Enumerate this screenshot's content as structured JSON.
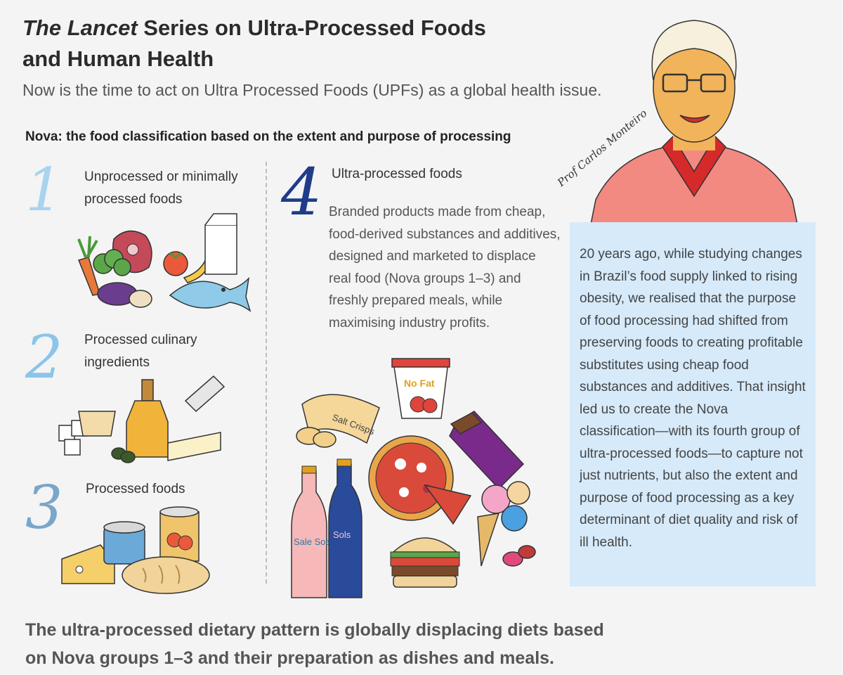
{
  "header": {
    "title_italic": "The Lancet",
    "title_rest": " Series on Ultra-Processed Foods",
    "title_line2": "and Human Health",
    "subtitle": "Now is the time to act on Ultra Processed Foods (UPFs)  as a global health issue."
  },
  "nova": {
    "heading": "Nova: the food classification based on the extent and purpose of processing",
    "groups": [
      {
        "number": "1",
        "label": "Unprocessed or minimally processed foods"
      },
      {
        "number": "2",
        "label": "Processed culinary ingredients"
      },
      {
        "number": "3",
        "label": "Processed  foods"
      },
      {
        "number": "4",
        "label": "Ultra-processed foods",
        "description": "Branded products made from cheap, food-derived substances and additives, designed and marketed to displace real food (Nova groups 1–3) and freshly prepared meals, while maximising industry profits."
      }
    ]
  },
  "quote": {
    "signature": "Prof Carlos Monteiro",
    "text": "20 years ago, while studying changes in Brazil’s food supply linked to rising obesity, we realised that the purpose of food processing had shifted from preserving foods to creating profitable substitutes using cheap food substances and additives. That insight led us to create the Nova classification—with its fourth group of ultra-processed foods—to capture not just nutrients, but also the extent and purpose of food processing as a key determinant of diet quality and risk of ill health."
  },
  "illustration_text": {
    "yogurt": "No Fat",
    "crisps": "Salt Crisps",
    "soda_left": "Sale Soe",
    "soda_right": "Sols"
  },
  "footer": {
    "line1": "The ultra-processed dietary pattern is globally displacing diets based",
    "line2": "on Nova groups 1–3 and their preparation as dishes and meals."
  },
  "colors": {
    "quote_bg": "#d6eafa",
    "group1": "#a9d3ef",
    "group2": "#8cc4ea",
    "group3": "#7aa6c9",
    "group4": "#1f3c88"
  }
}
